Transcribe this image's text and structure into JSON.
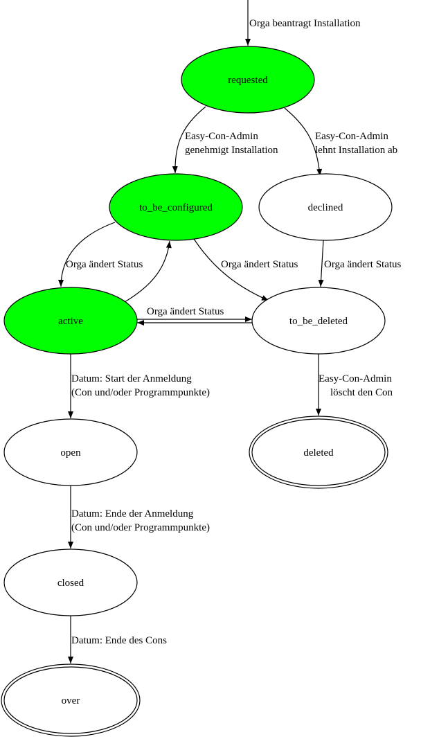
{
  "colors": {
    "active_state": "#00ff00",
    "inactive_state": "#ffffff",
    "stroke": "#000000"
  },
  "nodes": [
    {
      "id": "requested",
      "label": "requested",
      "active": true,
      "final": false
    },
    {
      "id": "to_be_configured",
      "label": "to_be_configured",
      "active": true,
      "final": false
    },
    {
      "id": "declined",
      "label": "declined",
      "active": false,
      "final": false
    },
    {
      "id": "active",
      "label": "active",
      "active": true,
      "final": false
    },
    {
      "id": "to_be_deleted",
      "label": "to_be_deleted",
      "active": false,
      "final": false
    },
    {
      "id": "open",
      "label": "open",
      "active": false,
      "final": false
    },
    {
      "id": "deleted",
      "label": "deleted",
      "active": false,
      "final": true
    },
    {
      "id": "closed",
      "label": "closed",
      "active": false,
      "final": false
    },
    {
      "id": "over",
      "label": "over",
      "active": false,
      "final": true
    }
  ],
  "edges": [
    {
      "from": "start",
      "to": "requested",
      "label": [
        "Orga beantragt Installation"
      ]
    },
    {
      "from": "requested",
      "to": "to_be_configured",
      "label": [
        "Easy-Con-Admin",
        "genehmigt Installation"
      ]
    },
    {
      "from": "requested",
      "to": "declined",
      "label": [
        "Easy-Con-Admin",
        "lehnt Installation ab"
      ]
    },
    {
      "from": "to_be_configured",
      "to": "active",
      "label": [
        "Orga ändert Status"
      ]
    },
    {
      "from": "active",
      "to": "to_be_configured",
      "label": []
    },
    {
      "from": "to_be_configured",
      "to": "to_be_deleted",
      "label": [
        "Orga ändert Status"
      ]
    },
    {
      "from": "declined",
      "to": "to_be_deleted",
      "label": [
        "Orga ändert Status"
      ]
    },
    {
      "from": "active",
      "to": "to_be_deleted",
      "label": [
        "Orga ändert Status"
      ]
    },
    {
      "from": "to_be_deleted",
      "to": "active",
      "label": []
    },
    {
      "from": "to_be_deleted",
      "to": "deleted",
      "label": [
        "Easy-Con-Admin",
        "löscht den Con"
      ]
    },
    {
      "from": "active",
      "to": "open",
      "label": [
        "Datum: Start der Anmeldung",
        "(Con und/oder Programmpunkte)"
      ]
    },
    {
      "from": "open",
      "to": "closed",
      "label": [
        "Datum: Ende der Anmeldung",
        "(Con und/oder Programmpunkte)"
      ]
    },
    {
      "from": "closed",
      "to": "over",
      "label": [
        "Datum: Ende des Cons"
      ]
    }
  ]
}
